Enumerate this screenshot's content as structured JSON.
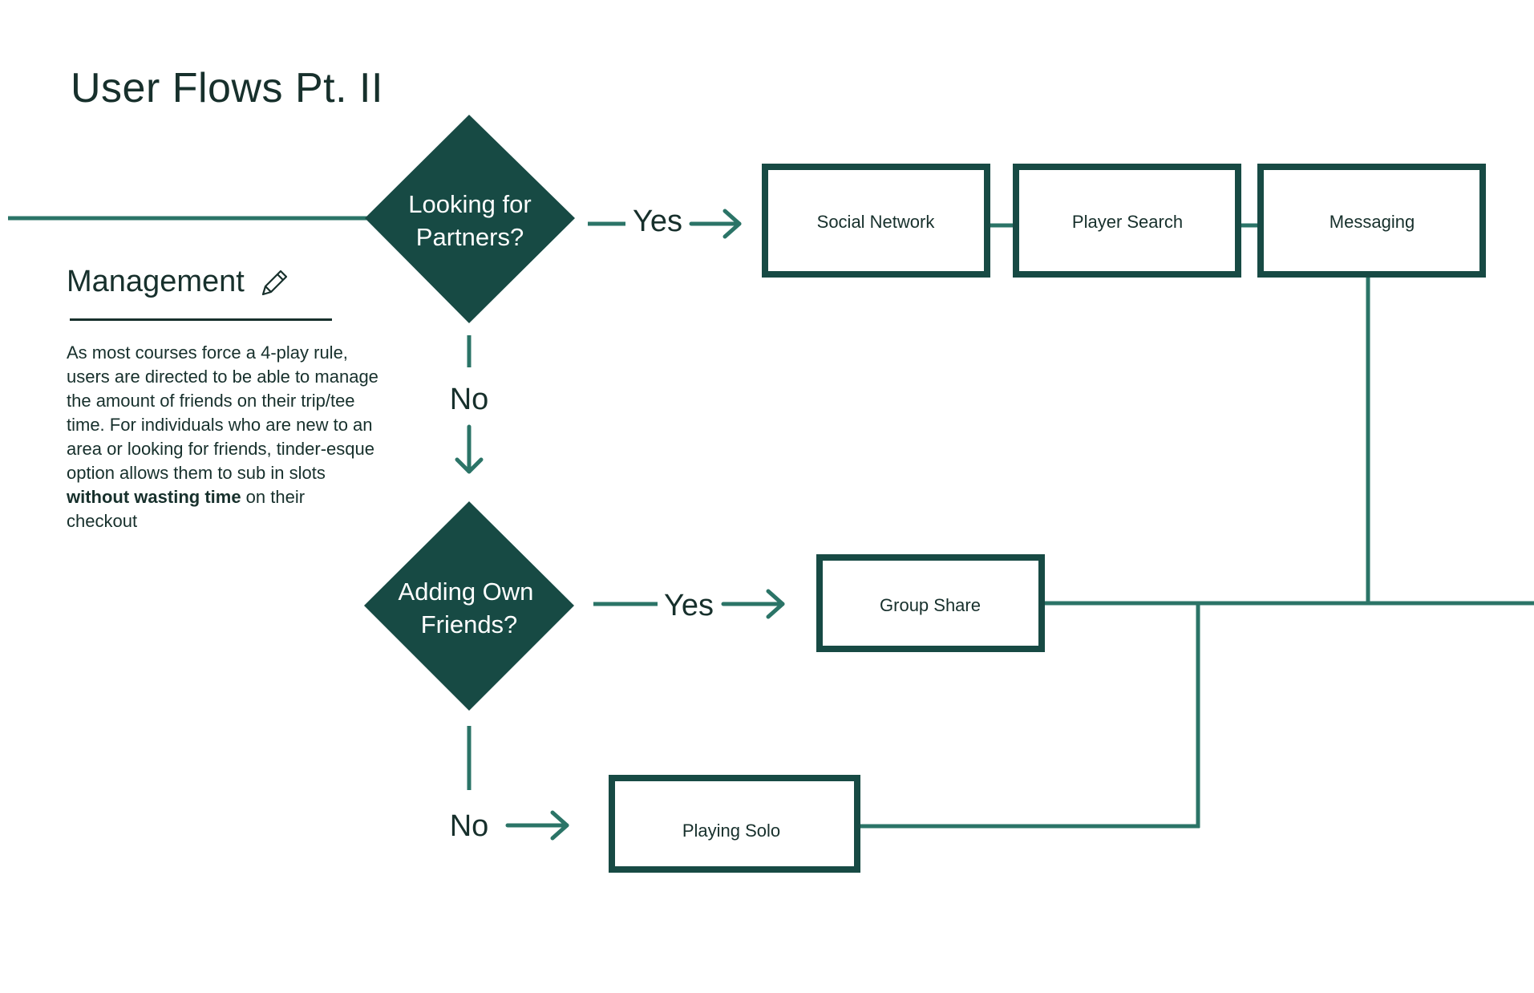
{
  "title": "User Flows Pt. II",
  "colors": {
    "diamond": "#174a44",
    "connector": "#2b7467",
    "box_border": "#174a44",
    "text": "#17302c"
  },
  "management": {
    "heading": "Management",
    "icon": "pencil-icon",
    "body_part1": "As most courses force a 4-play rule, users are directed to be able to manage the amount of friends on their trip/tee time. For individuals who are new to an area or looking for friends, tinder-esque option allows them to sub in slots ",
    "body_bold": "without wasting time",
    "body_part2": " on their checkout"
  },
  "diagram": {
    "decisions": [
      {
        "id": "looking-for-partners",
        "line1": "Looking for",
        "line2": "Partners?"
      },
      {
        "id": "adding-own-friends",
        "line1": "Adding Own",
        "line2": "Friends?"
      }
    ],
    "branch_labels": {
      "yes1": "Yes",
      "no1": "No",
      "yes2": "Yes",
      "no2": "No"
    },
    "boxes": [
      {
        "id": "social-network",
        "label": "Social Network"
      },
      {
        "id": "player-search",
        "label": "Player Search"
      },
      {
        "id": "messaging",
        "label": "Messaging"
      },
      {
        "id": "group-share",
        "label": "Group Share"
      },
      {
        "id": "playing-solo",
        "label": "Playing Solo"
      }
    ]
  }
}
